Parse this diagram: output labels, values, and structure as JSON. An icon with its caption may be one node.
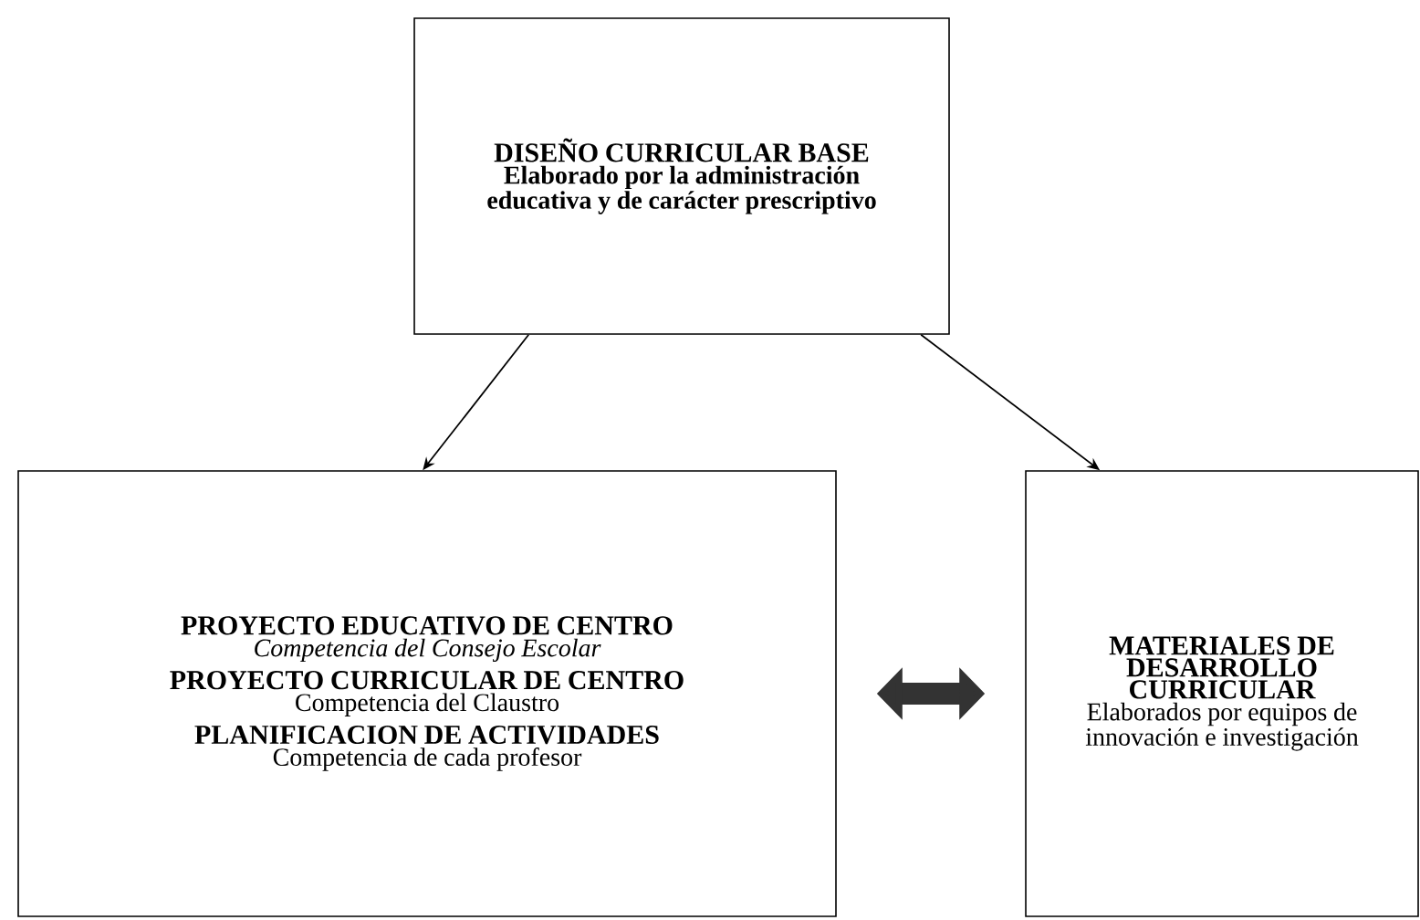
{
  "diagram": {
    "nodes": [
      {
        "text": [
          "DISEÑO CURRICULAR BASE",
          "Elaborado por la administración educativa y de carácter prescriptivo"
        ]
      },
      {
        "text": [
          "PROYECTO EDUCATIVO DE CENTRO",
          "Competencia del Consejo Escolar",
          "PROYECTO CURRICULAR DE CENTRO",
          "Competencia del Claustro",
          "PLANIFICACION DE ACTIVIDADES",
          "Competencia de cada profesor"
        ]
      },
      {
        "text": [
          "MATERIALES DE DESARROLLO CURRICULAR",
          "Elaborados por equipos de innovación e investigación"
        ]
      }
    ],
    "edges": [
      {
        "from": 0,
        "to": 1,
        "arrow": "to"
      },
      {
        "from": 0,
        "to": 2,
        "arrow": "to"
      },
      {
        "from": 1,
        "to": 2,
        "arrow": "both",
        "style": "thick"
      }
    ]
  }
}
